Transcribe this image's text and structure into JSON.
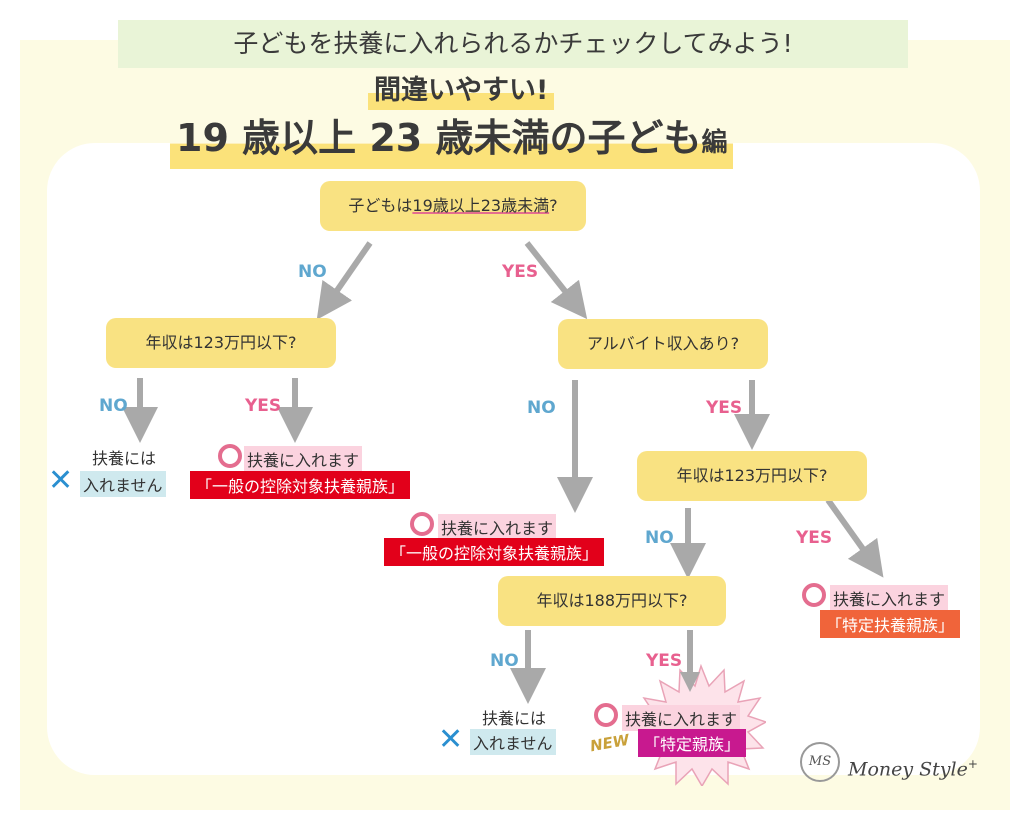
{
  "header": {
    "top": "子どもを扶養に入れられるかチェックしてみよう!",
    "sub": "間違いやすい!",
    "title": "19 歳以上 23 歳未満の子ども",
    "title_suffix": "編"
  },
  "nodes": {
    "root_pre": "子どもは",
    "root_u": "19歳以上23歳未満",
    "root_post": "?",
    "income_left": "年収は123万円以下?",
    "arubaito": "アルバイト収入あり?",
    "income_right": "年収は123万円以下?",
    "income_188": "年収は188万円以下?"
  },
  "edges": {
    "no": "NO",
    "yes": "YES"
  },
  "results": {
    "cannot_line1": "扶養には",
    "cannot_line2": "入れません",
    "can": "扶養に入れます",
    "general": "「一般の控除対象扶養親族」",
    "specific": "「特定扶養親族」",
    "specific_relative": "「特定親族」",
    "new_badge": "NEW"
  },
  "brand": {
    "logo_text": "MS",
    "name": "Money Style",
    "mark": "+"
  },
  "icons": {
    "circle": "circle-mark-icon",
    "cross": "cross-mark-icon"
  },
  "colors": {
    "node": "#f9e282",
    "no": "#5fa7cf",
    "yes": "#e8608f",
    "general_label": "#e2001a",
    "specific_label": "#f0643a",
    "relative_label": "#c8198f"
  }
}
